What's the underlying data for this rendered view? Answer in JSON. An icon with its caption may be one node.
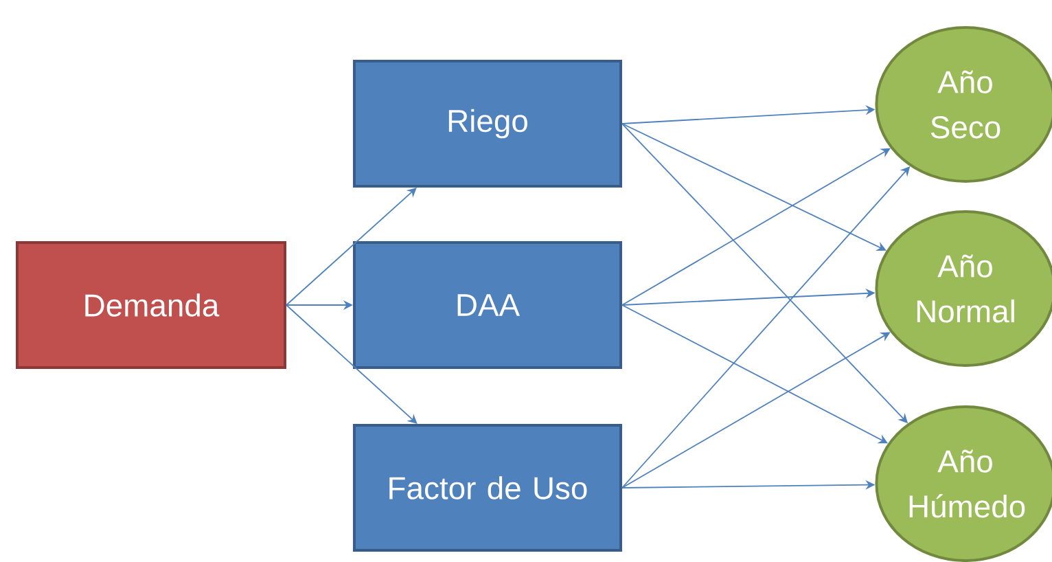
{
  "diagram": {
    "nodes": [
      {
        "text": [
          "Demanda"
        ]
      },
      {
        "text": [
          "Riego"
        ]
      },
      {
        "text": [
          "DAA"
        ]
      },
      {
        "text": [
          "Factor de Uso"
        ]
      },
      {
        "text": [
          "Año Seco"
        ]
      },
      {
        "text": [
          "Año Normal"
        ]
      },
      {
        "text": [
          "Año Húmedo"
        ]
      }
    ],
    "edges": [
      {
        "from": 0,
        "to": 1,
        "arrow": "to"
      },
      {
        "from": 0,
        "to": 2,
        "arrow": "to"
      },
      {
        "from": 0,
        "to": 3,
        "arrow": "to"
      },
      {
        "from": 1,
        "to": 4,
        "arrow": "to"
      },
      {
        "from": 1,
        "to": 5,
        "arrow": "to"
      },
      {
        "from": 1,
        "to": 6,
        "arrow": "to"
      },
      {
        "from": 2,
        "to": 4,
        "arrow": "to"
      },
      {
        "from": 2,
        "to": 5,
        "arrow": "to"
      },
      {
        "from": 2,
        "to": 6,
        "arrow": "to"
      },
      {
        "from": 3,
        "to": 4,
        "arrow": "to"
      },
      {
        "from": 3,
        "to": 5,
        "arrow": "to"
      },
      {
        "from": 3,
        "to": 6,
        "arrow": "to"
      }
    ]
  }
}
